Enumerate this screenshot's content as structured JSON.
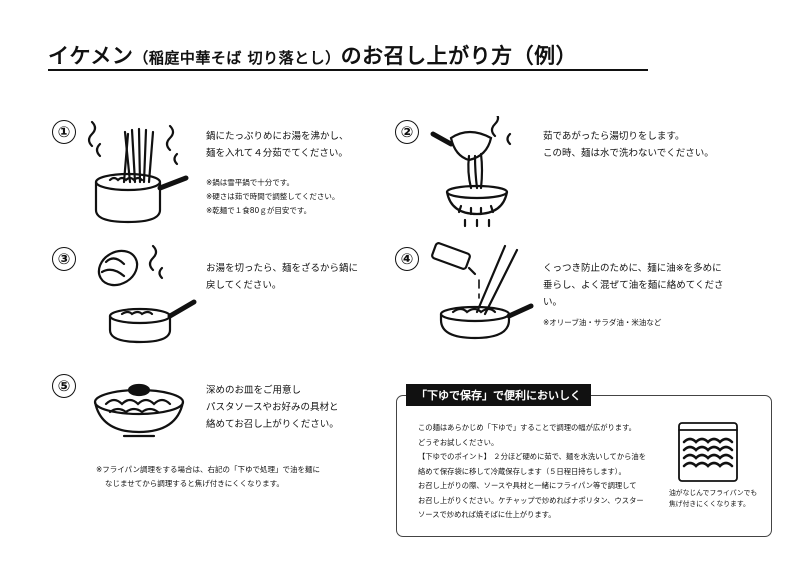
{
  "title": {
    "main": "イケメン",
    "paren": "（稲庭中華そば 切り落とし）",
    "suffix": "のお召し上がり方（例）"
  },
  "steps": [
    {
      "number": "①",
      "text": [
        "鍋にたっぷりめにお湯を沸かし、",
        "麺を入れて４分茹でてください。"
      ],
      "notes": [
        "※鍋は雪平鍋で十分です。",
        "※硬さは茹で時間で調整してください。",
        "※乾麺で１食80ｇが目安です。"
      ],
      "icon": "pot-boiling-noodles-icon"
    },
    {
      "number": "②",
      "text": [
        "茹であがったら湯切りをします。",
        "この時、麺は水で洗わないでください。"
      ],
      "notes": [],
      "icon": "colander-draining-icon"
    },
    {
      "number": "③",
      "text": [
        "お湯を切ったら、麺をざるから鍋に",
        "戻してください。"
      ],
      "notes": [],
      "icon": "noodles-back-to-pot-icon"
    },
    {
      "number": "④",
      "text": [
        "くっつき防止のために、麺に油※を多めに",
        "垂らし、よく混ぜて油を麺に絡めてくださ",
        "い。"
      ],
      "notes": [
        "※オリーブ油・サラダ油・米油など"
      ],
      "icon": "oil-bottle-mixing-icon"
    },
    {
      "number": "⑤",
      "text": [
        "深めのお皿をご用意し",
        "パスタソースやお好みの具材と",
        "絡めてお召し上がりください。"
      ],
      "notes": [
        "※フライパン調理をする場合は、右記の「下ゆで処理」で油を麺に",
        "なじませてから調理すると焦げ付きにくくなります。"
      ],
      "icon": "plated-noodles-icon"
    }
  ],
  "tip_box": {
    "title": "「下ゆで保存」で便利においしく",
    "lines": [
      "この麺はあらかじめ「下ゆで」することで調理の幅が広がります。",
      "どうぞお試しください。",
      "【下ゆでのポイント】 ２分ほど硬めに茹で、麺を水洗いしてから油を",
      "絡めて保存袋に移して冷蔵保存します（５日程日持ちします）。",
      "お召し上がりの際、ソースや具材と一緒にフライパン等で調理して",
      "お召し上がりください。ケチャップで炒めればナポリタン、ウスター",
      "ソースで炒めれば焼そばに仕上がります。"
    ],
    "caption": [
      "油がなじんでフライパンでも",
      "焦げ付きにくくなります。"
    ],
    "icon": "storage-bag-noodles-icon"
  }
}
